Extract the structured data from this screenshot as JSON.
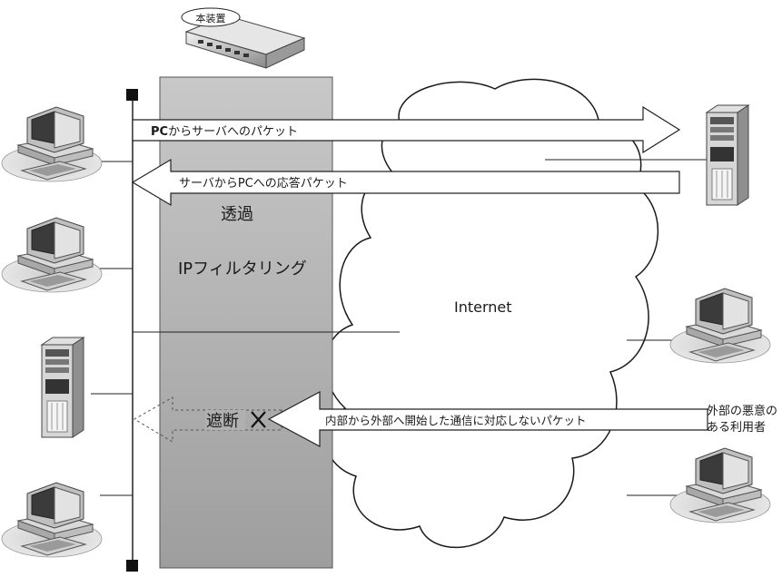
{
  "device": {
    "label": "本装置"
  },
  "filter": {
    "pass_label": "透過",
    "title": "IPフィルタリング",
    "block_label": "遮断"
  },
  "cloud": {
    "label": "Internet"
  },
  "arrows": {
    "pc_to_server_bold": "PC",
    "pc_to_server_rest": "からサーバへのパケット",
    "server_to_pc": "サーバからPCへの応答パケット",
    "attack": "内部から外部へ開始した通信に対応しないパケット"
  },
  "attacker": {
    "line1": "外部の悪意の",
    "line2": "ある利用者"
  },
  "colors": {
    "filter_gradient_top": "#c9c9c9",
    "filter_gradient_bottom": "#9d9d9d",
    "line": "#333333"
  }
}
